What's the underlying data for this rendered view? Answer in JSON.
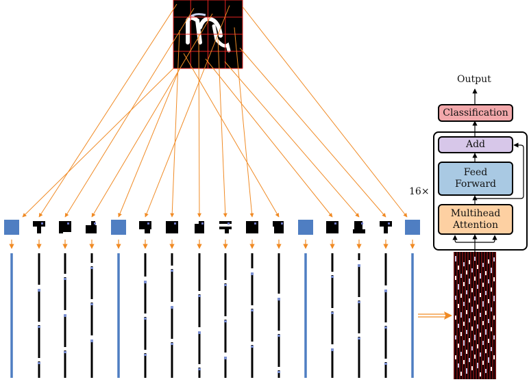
{
  "transformer": {
    "output_label": "Output",
    "classification_label": "Classification",
    "add_label": "Add",
    "feed_forward_label": "Feed\nForward",
    "multihead_attention_label": "Multihead\nAttention",
    "repeat_label": "16×"
  },
  "colors": {
    "patch_grid": "#e8231f",
    "arrow": "#f08a24",
    "special_token": "#4f7ec2",
    "classification": "#f2a8ab",
    "add": "#d7c7e9",
    "feed_forward": "#a9c9e3",
    "multihead_attention": "#fdd0a2",
    "matrix_line": "#e8231f"
  },
  "tokens": {
    "sequence": [
      "cls",
      "patch",
      "patch",
      "patch",
      "sep",
      "patch",
      "patch",
      "patch",
      "patch",
      "patch",
      "patch",
      "sep",
      "patch",
      "patch",
      "patch",
      "sep"
    ]
  }
}
